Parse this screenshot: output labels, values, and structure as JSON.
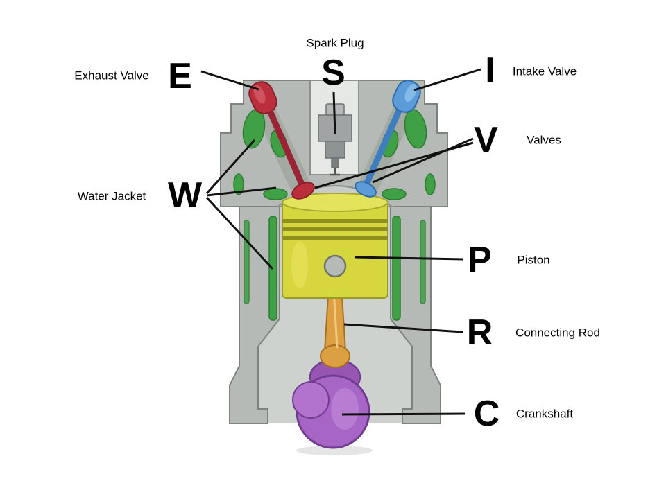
{
  "diagram": {
    "labels": {
      "spark_plug": {
        "letter": "S",
        "text": "Spark Plug"
      },
      "exhaust_valve": {
        "letter": "E",
        "text": "Exhaust Valve"
      },
      "intake_valve": {
        "letter": "I",
        "text": "Intake Valve"
      },
      "valves": {
        "letter": "V",
        "text": "Valves"
      },
      "water_jacket": {
        "letter": "W",
        "text": "Water Jacket"
      },
      "piston": {
        "letter": "P",
        "text": "Piston"
      },
      "connecting_rod": {
        "letter": "R",
        "text": "Connecting Rod"
      },
      "crankshaft": {
        "letter": "C",
        "text": "Crankshaft"
      }
    },
    "colors": {
      "background": "#ffffff",
      "engine_block": "#b6bab6",
      "engine_interior": "#ced2ce",
      "water_jacket": "#3fa045",
      "exhaust_valve": "#bb2f3d",
      "intake_valve": "#5b9bd8",
      "spark_plug": "#a0a4a4",
      "piston": "#d6d63e",
      "connecting_rod": "#dc9f42",
      "crankshaft": "#a765c5",
      "leader_line": "#111111"
    }
  }
}
